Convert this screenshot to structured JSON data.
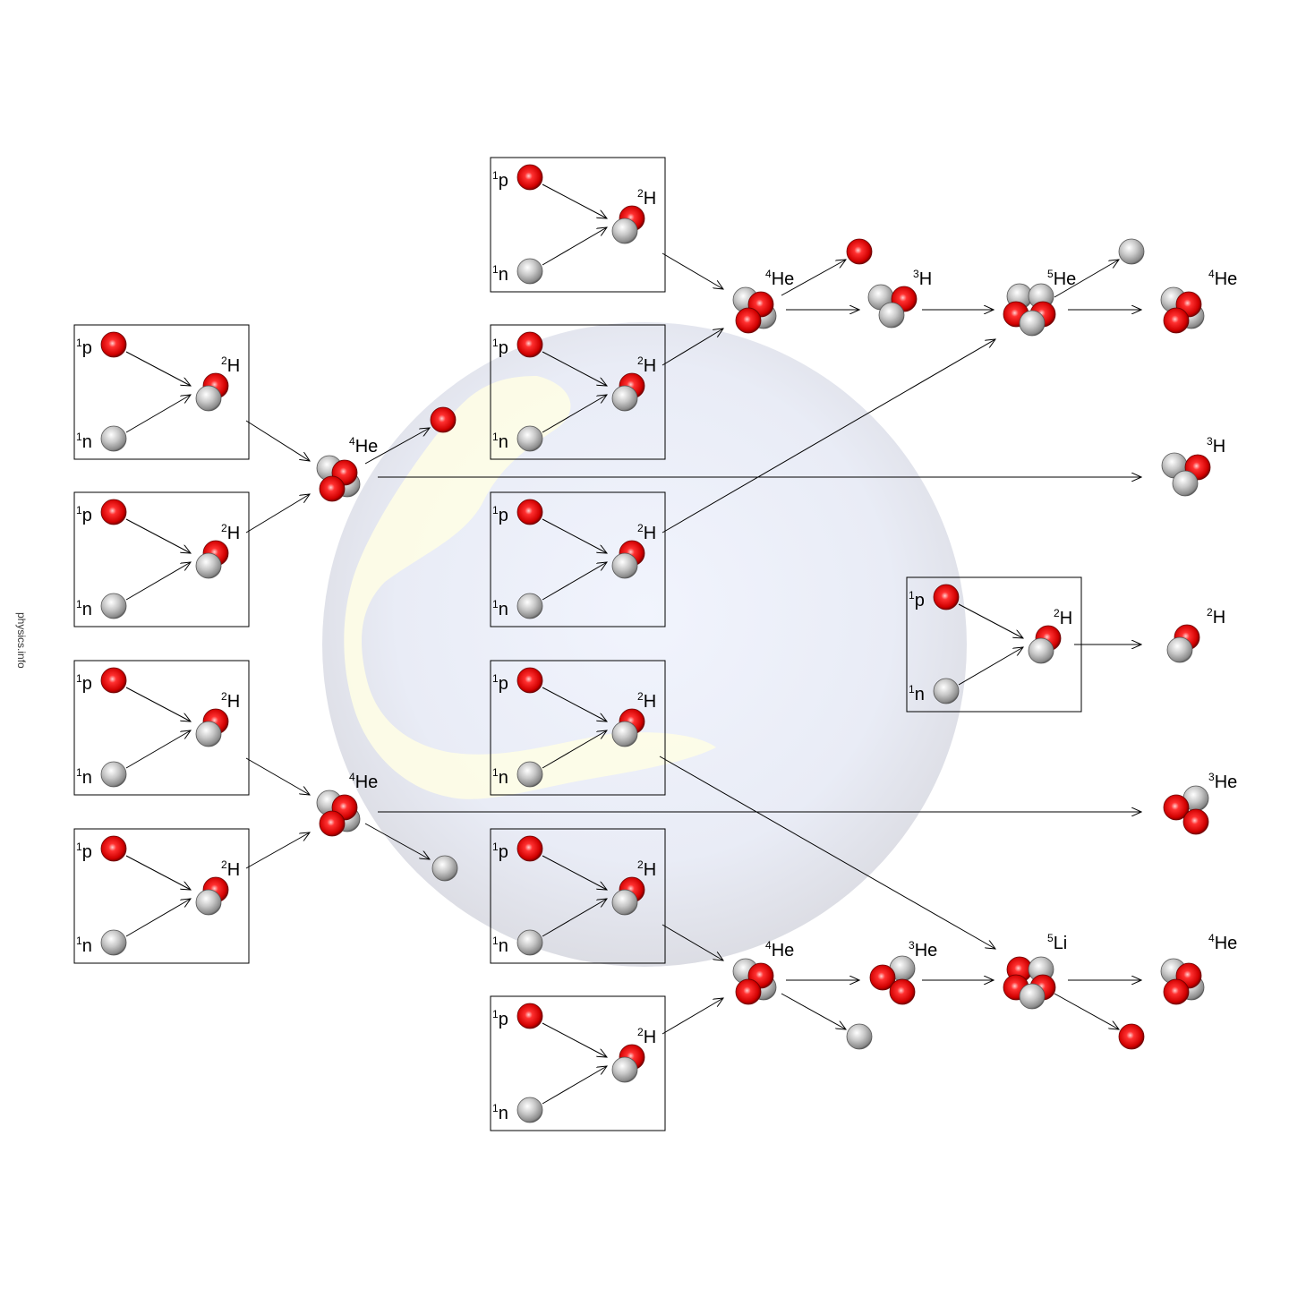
{
  "watermark": "physics.info",
  "symbols": {
    "proton": "p",
    "neutron": "n",
    "hydrogen": "H",
    "helium": "He",
    "lithium": "Li"
  },
  "mass_numbers": {
    "one": "1",
    "two": "2",
    "three": "3",
    "four": "4",
    "five": "5"
  },
  "colors": {
    "proton": "#e8000b",
    "neutron": "#a9a9a9",
    "arrow": "#000000",
    "box": "#000000",
    "globe": "#e8ecf7",
    "continent": "#fffde0"
  }
}
